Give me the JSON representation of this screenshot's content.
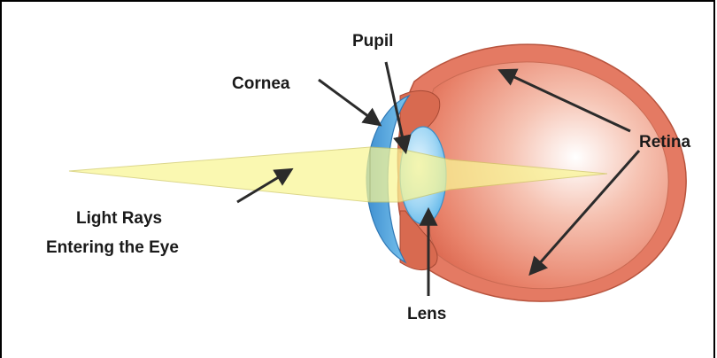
{
  "labels": {
    "pupil": "Pupil",
    "cornea": "Cornea",
    "retina": "Retina",
    "light_rays_line1": "Light Rays",
    "light_rays_line2": "Entering the Eye",
    "lens": "Lens"
  },
  "colors": {
    "background": "#ffffff",
    "border": "#000000",
    "eyeball_outer": "#e47a63",
    "eyeball_inner": "#f6c4b4",
    "cornea": "#5ab3e8",
    "iris": "#d86a50",
    "light_ray": "#f9f694",
    "arrow": "#2b2b2b",
    "text": "#1a1a1a"
  }
}
